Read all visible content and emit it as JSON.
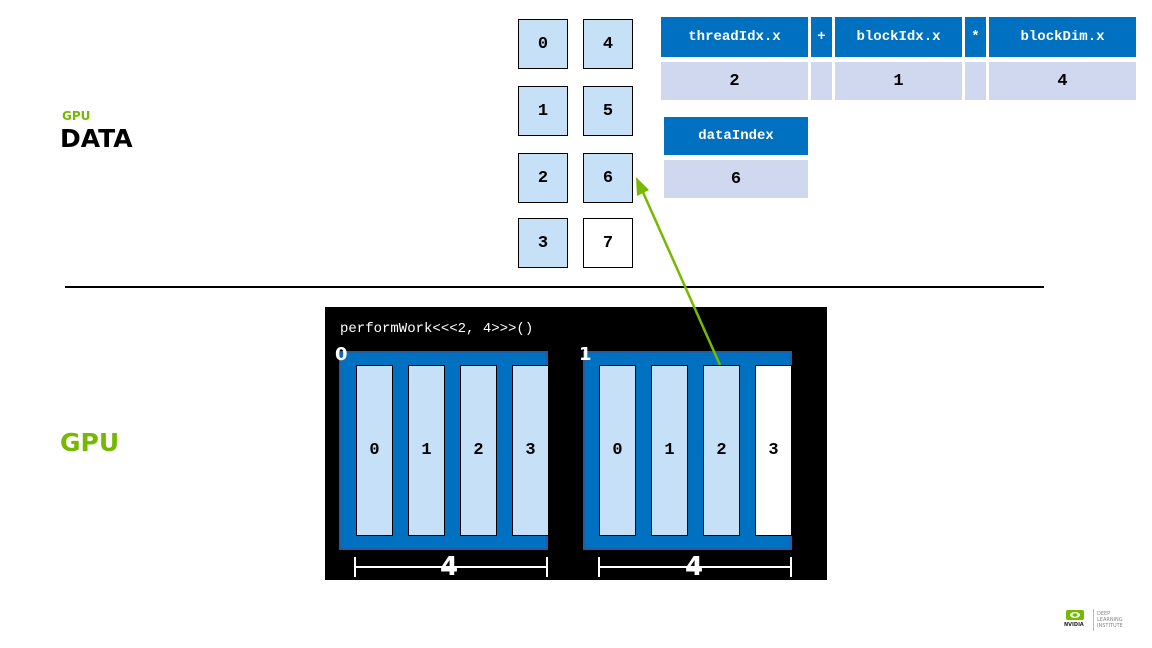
{
  "labels": {
    "gpu_small": "GPU",
    "data": "DATA",
    "gpu": "GPU"
  },
  "data_cells": [
    "0",
    "1",
    "2",
    "3",
    "4",
    "5",
    "6",
    "7"
  ],
  "formula": {
    "headers": [
      "threadIdx.x",
      "+",
      "blockIdx.x",
      "*",
      "blockDim.x"
    ],
    "values": [
      "2",
      "1",
      "4"
    ]
  },
  "data_index": {
    "header": "dataIndex",
    "value": "6"
  },
  "gpu_panel": {
    "call": "performWork<<<2, 4>>>()",
    "blocks": [
      {
        "index": "0",
        "threads": [
          "0",
          "1",
          "2",
          "3"
        ],
        "dim": "4"
      },
      {
        "index": "1",
        "threads": [
          "0",
          "1",
          "2",
          "3"
        ],
        "dim": "4"
      }
    ]
  },
  "logo": {
    "brand": "NVIDIA",
    "line1": "DEEP",
    "line2": "LEARNING",
    "line3": "INSTITUTE"
  },
  "colors": {
    "accent_green": "#76b900",
    "nvidia_blue": "#0070c0",
    "cell_light_blue": "#c5e0f7",
    "value_gray_blue": "#cfd8ee"
  }
}
